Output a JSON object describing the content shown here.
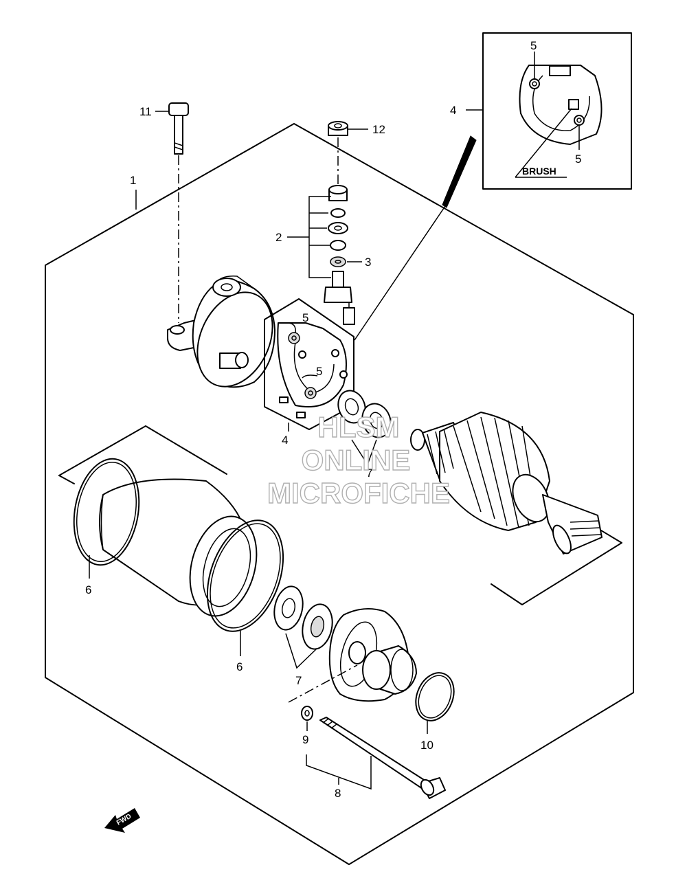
{
  "callouts": {
    "c1": "1",
    "c2": "2",
    "c3": "3",
    "c4_top": "4",
    "c4_mid": "4",
    "c5_a": "5",
    "c5_b": "5",
    "c5_c": "5",
    "c5_d": "5",
    "c6_a": "6",
    "c6_b": "6",
    "c7_a": "7",
    "c7_b": "7",
    "c8": "8",
    "c9": "9",
    "c10": "10",
    "c11": "11",
    "c12": "12"
  },
  "inset": {
    "brush_label": "BRUSH"
  },
  "watermark": {
    "line1": "HLSM",
    "line2": "ONLINE",
    "line3": "MICROFICHE"
  },
  "fwd_label": "FWD"
}
